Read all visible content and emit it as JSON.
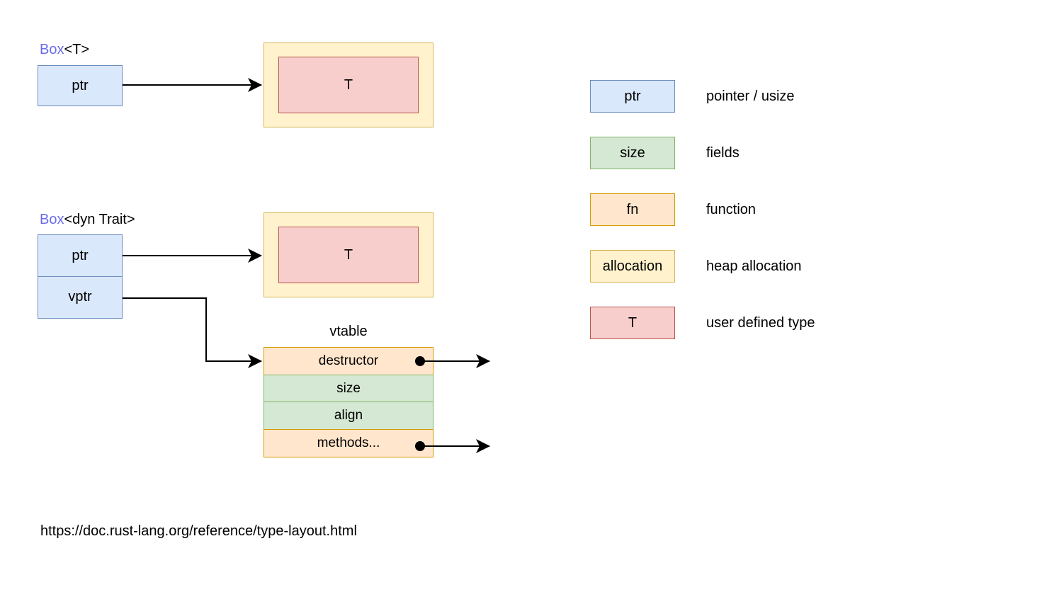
{
  "diagram": {
    "box_t": {
      "title_keyword": "Box",
      "title_rest": "<T>",
      "cells": [
        {
          "label": "ptr"
        }
      ],
      "heap": {
        "label": "T"
      }
    },
    "box_dyn": {
      "title_keyword": "Box",
      "title_rest": "<dyn Trait>",
      "cells": [
        {
          "label": "ptr"
        },
        {
          "label": "vptr"
        }
      ],
      "heap": {
        "label": "T"
      },
      "vtable": {
        "title": "vtable",
        "rows": [
          {
            "label": "destructor",
            "kind": "fn",
            "has_pointer_out": true
          },
          {
            "label": "size",
            "kind": "field",
            "has_pointer_out": false
          },
          {
            "label": "align",
            "kind": "field",
            "has_pointer_out": false
          },
          {
            "label": "methods...",
            "kind": "fn",
            "has_pointer_out": true
          }
        ]
      }
    }
  },
  "legend": {
    "items": [
      {
        "swatch_label": "ptr",
        "kind": "pointer",
        "description": "pointer / usize"
      },
      {
        "swatch_label": "size",
        "kind": "field",
        "description": "fields"
      },
      {
        "swatch_label": "fn",
        "kind": "function",
        "description": "function"
      },
      {
        "swatch_label": "allocation",
        "kind": "heap_allocation",
        "description": "heap allocation"
      },
      {
        "swatch_label": "T",
        "kind": "user_defined_type",
        "description": "user defined type"
      }
    ]
  },
  "footer": {
    "source_url": "https://doc.rust-lang.org/reference/type-layout.html"
  },
  "colors": {
    "pointer_fill": "#dae8fc",
    "pointer_stroke": "#6c8ebf",
    "field_fill": "#d5e8d4",
    "field_stroke": "#82b366",
    "function_fill": "#ffe6cc",
    "function_stroke": "#d79b00",
    "allocation_fill": "#fff2cc",
    "allocation_stroke": "#d6b656",
    "user_type_fill": "#f8cecc",
    "user_type_stroke": "#b85450",
    "box_keyword_text": "#6c6ce8",
    "connector": "#000000",
    "background": "#ffffff"
  }
}
